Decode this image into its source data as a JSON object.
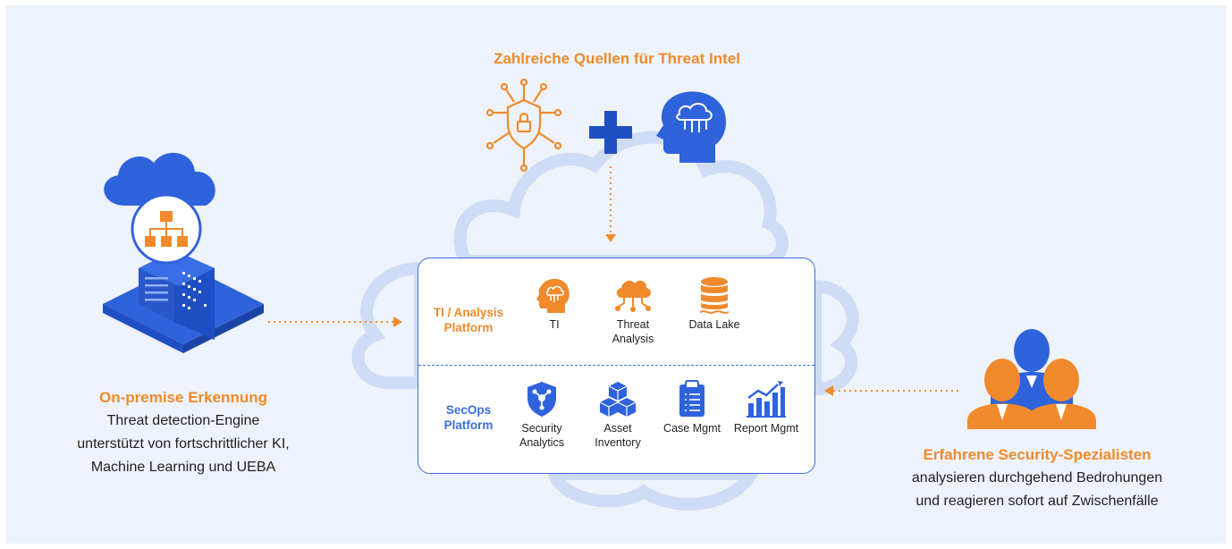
{
  "colors": {
    "orange": "#f08a2c",
    "blue": "#3b6fe0",
    "dark_blue": "#1f4fc2",
    "cloud_light": "#cfdcf5",
    "panel_bg": "#eef3fb"
  },
  "top_section": {
    "title": "Zahlreiche Quellen für Threat Intel",
    "icons": [
      "shield-lock-circuit-icon",
      "plus-icon",
      "head-cloud-icon"
    ]
  },
  "left_section": {
    "heading": "On-premise Erkennung",
    "line1": "Threat detection-Engine",
    "line2": "unterstützt von fortschrittlicher KI,",
    "line3": "Machine Learning und UEBA",
    "icon": "on-premise-server-cloud-icon"
  },
  "right_section": {
    "heading": "Erfahrene Security-Spezialisten",
    "line1": "analysieren durchgehend Bedrohungen",
    "line2": "und reagieren sofort auf Zwischenfälle",
    "icon": "security-team-icon"
  },
  "platform": {
    "ti_label": "TI / Analysis Platform",
    "ti_modules": [
      {
        "label": "TI",
        "icon": "ai-head-icon"
      },
      {
        "label": "Threat Analysis",
        "icon": "cloud-network-icon"
      },
      {
        "label": "Data Lake",
        "icon": "database-icon"
      }
    ],
    "secops_label": "SecOps Platform",
    "secops_modules": [
      {
        "label": "Security Analytics",
        "icon": "shield-network-icon"
      },
      {
        "label": "Asset Inventory",
        "icon": "cubes-icon"
      },
      {
        "label": "Case Mgmt",
        "icon": "clipboard-icon"
      },
      {
        "label": "Report Mgmt",
        "icon": "bar-chart-icon"
      }
    ]
  }
}
